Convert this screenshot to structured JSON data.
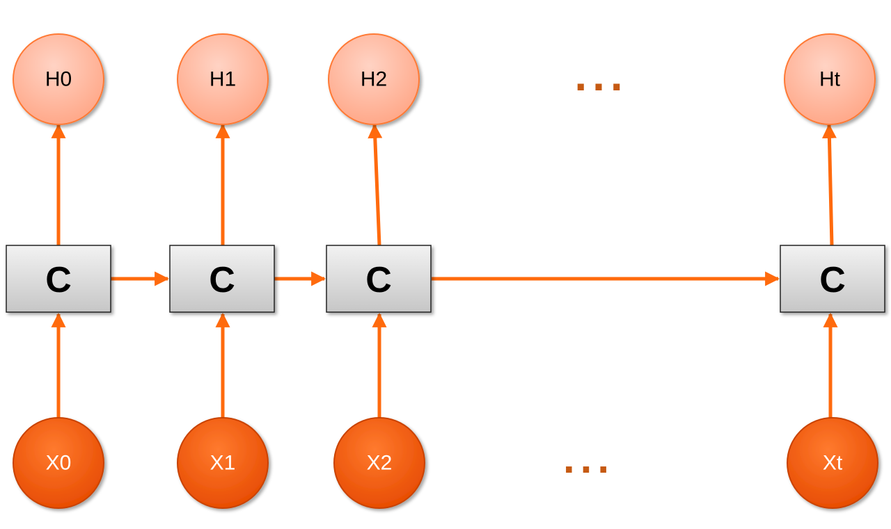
{
  "colors": {
    "arrow": "#ff6a0d",
    "output_fill_light": "#ffd3c4",
    "output_fill_dark": "#ffa585",
    "output_stroke": "#ff7a36",
    "input_fill_light": "#ff7a2e",
    "input_fill_dark": "#e64a00",
    "input_stroke": "#c94300",
    "cell_fill_light": "#f2f2f2",
    "cell_fill_dark": "#c6c6c6",
    "cell_stroke": "#222222",
    "ellipsis": "#c65a12"
  },
  "outputs": [
    {
      "label": "H0"
    },
    {
      "label": "H1"
    },
    {
      "label": "H2"
    },
    {
      "label": "Ht"
    }
  ],
  "cells": [
    {
      "label": "C"
    },
    {
      "label": "C"
    },
    {
      "label": "C"
    },
    {
      "label": "C"
    }
  ],
  "inputs": [
    {
      "label": "X0"
    },
    {
      "label": "X1"
    },
    {
      "label": "X2"
    },
    {
      "label": "Xt"
    }
  ],
  "ellipsis_top": "...",
  "ellipsis_bottom": "..."
}
